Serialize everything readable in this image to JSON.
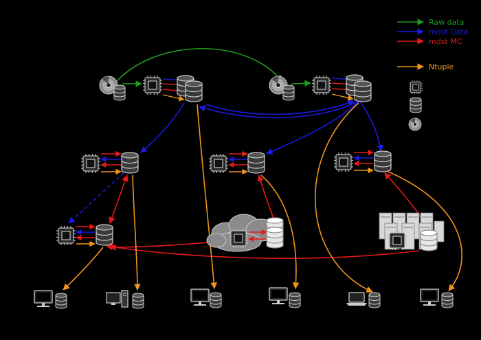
{
  "legend": {
    "raw": "Raw data",
    "mdst_data": "mdst Data",
    "mdst_mc": "mdst MC",
    "ntuple": "Ntuple"
  },
  "colors": {
    "raw": "#1f9a1f",
    "mdst_data": "#1a1ae6",
    "mdst_mc": "#e61a1a",
    "ntuple": "#f0961e",
    "background": "#000000"
  },
  "icons": [
    "cpu-icon",
    "database-icon",
    "tape-disk-icon",
    "cloud-icon",
    "server-rack-icon",
    "desktop-icon",
    "laptop-icon"
  ]
}
